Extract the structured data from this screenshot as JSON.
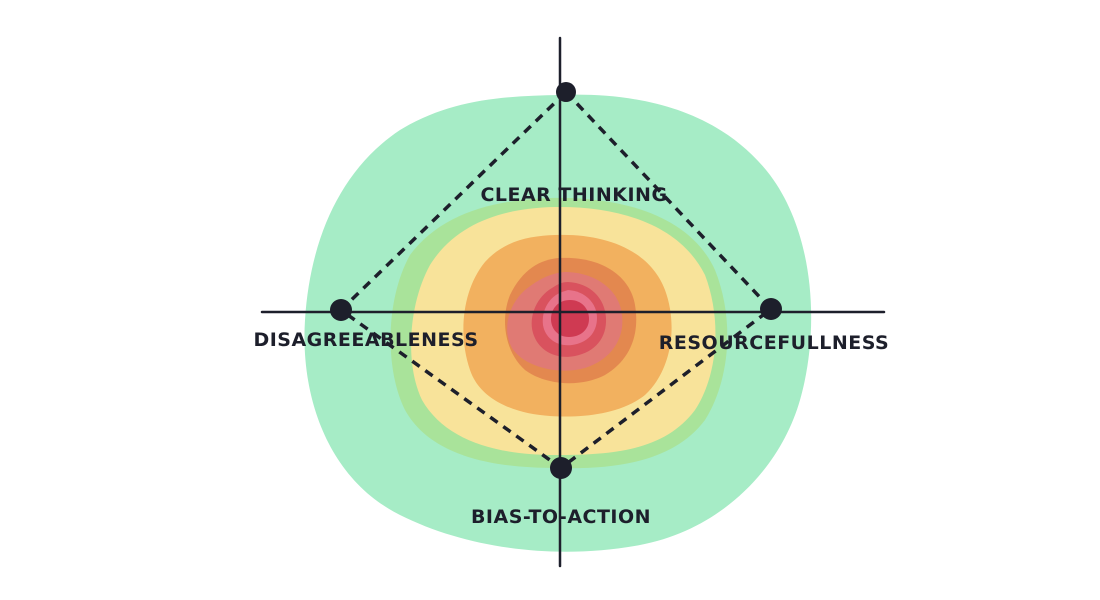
{
  "axes": {
    "top": {
      "label": "CLEAR THINKING"
    },
    "left": {
      "label": "DISAGREEABLENESS"
    },
    "right": {
      "label": "RESOURCEFULLNESS"
    },
    "bottom": {
      "label": "BIAS-TO-ACTION"
    }
  },
  "colors": {
    "ink": "#1d1f2b",
    "ring_green": "#a6ecc6",
    "ring_lime": "#a9e39a",
    "ring_yellow": "#f8e39a",
    "ring_orange": "#f2b15f",
    "ring_dark_orange": "#e3884f",
    "ring_salmon": "#e07a74",
    "ring_rose": "#d9525e",
    "ring_pink": "#e8738a",
    "ring_core": "#cf3a52"
  }
}
